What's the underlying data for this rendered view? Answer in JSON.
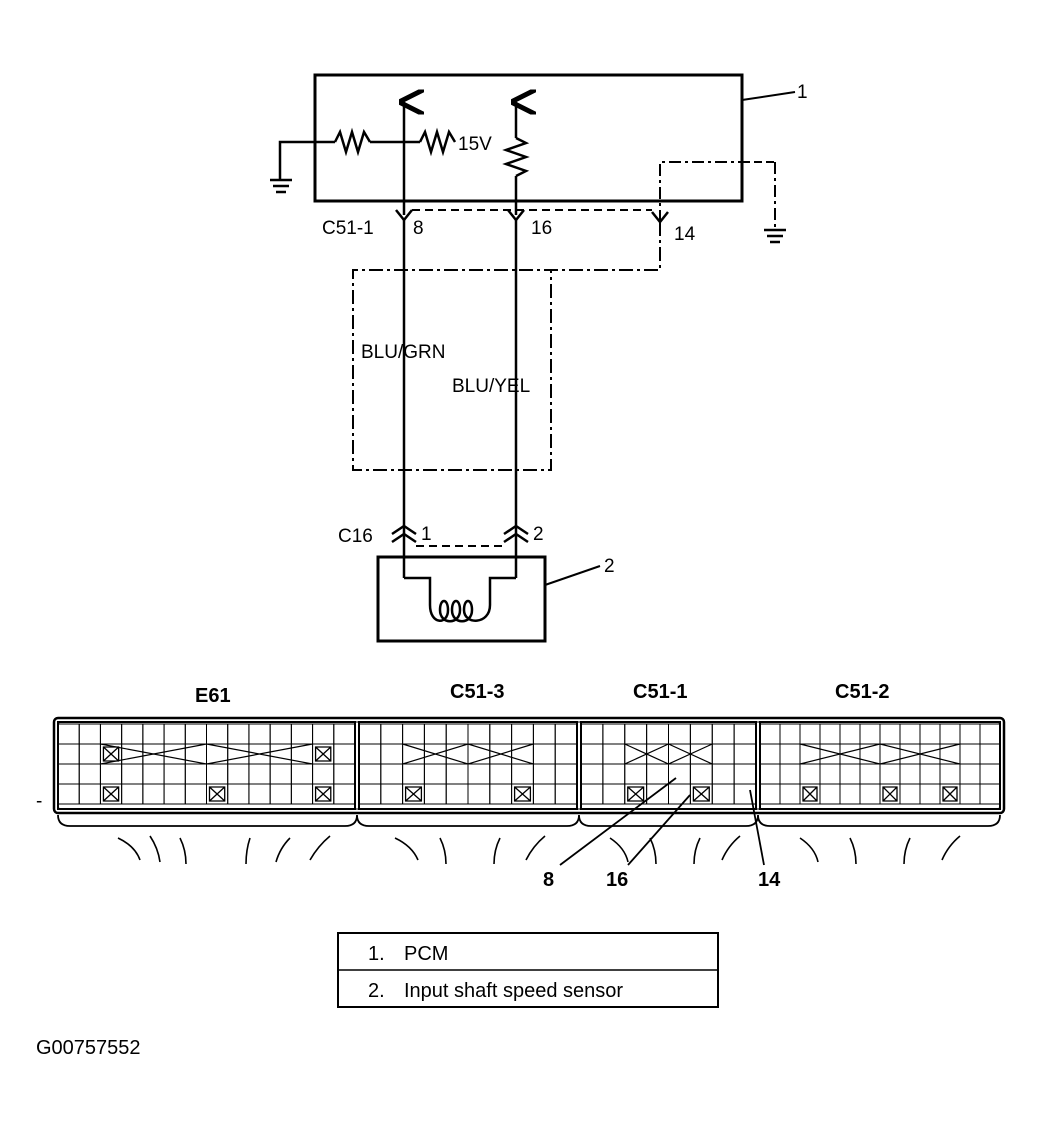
{
  "labels": {
    "pcm_callout": "1",
    "sensor_callout": "2",
    "voltage": "15V",
    "pcm_connector": "C51-1",
    "pin_8": "8",
    "pin_16": "16",
    "pin_14": "14",
    "wire_1": "BLU/GRN",
    "wire_2": "BLU/YEL",
    "sensor_connector": "C16",
    "sensor_pin_1": "1",
    "sensor_pin_2": "2"
  },
  "connectors": {
    "e61": "E61",
    "c51_3": "C51-3",
    "c51_1": "C51-1",
    "c51_2": "C51-2",
    "callout_8": "8",
    "callout_16": "16",
    "callout_14": "14",
    "edge_mark": "-"
  },
  "legend": [
    {
      "num": "1.",
      "text": "PCM"
    },
    {
      "num": "2.",
      "text": "Input shaft speed sensor"
    }
  ],
  "figure_id": "G00757552"
}
